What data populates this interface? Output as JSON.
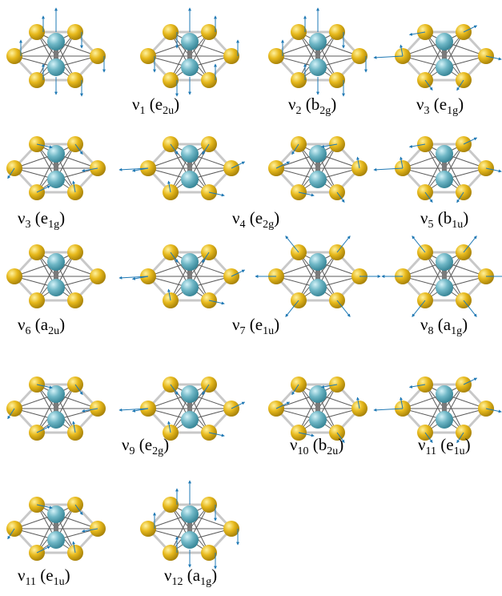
{
  "figure": {
    "colors": {
      "gold_atom": "#E7B91C",
      "gold_atom_light": "#FFF2A0",
      "gold_atom_dark": "#9E7A06",
      "cyan_atom": "#6FB7C6",
      "cyan_atom_light": "#D4F2F8",
      "cyan_atom_dark": "#2F7E90",
      "bond": "#5a5a5a",
      "bond_light": "#c8c8c8",
      "axial_bond": "#7a7a7a",
      "vector": "#1E78B4"
    },
    "modes": [
      {
        "symbol": "ν",
        "index": "1",
        "irrep": "e",
        "irrep_sub": "2u",
        "vectors": "z"
      },
      {
        "symbol": "ν",
        "index": "2",
        "irrep": "b",
        "irrep_sub": "2g",
        "vectors": "z"
      },
      {
        "symbol": "ν",
        "index": "3",
        "irrep": "e",
        "irrep_sub": "1g",
        "vectors": "xy"
      },
      {
        "symbol": "ν",
        "index": "3",
        "irrep": "e",
        "irrep_sub": "1g",
        "vectors": "xy"
      },
      {
        "symbol": "ν",
        "index": "4",
        "irrep": "e",
        "irrep_sub": "2g",
        "vectors": "xy"
      },
      {
        "symbol": "ν",
        "index": "5",
        "irrep": "b",
        "irrep_sub": "1u",
        "vectors": "xy"
      },
      {
        "symbol": "ν",
        "index": "6",
        "irrep": "a",
        "irrep_sub": "2u",
        "vectors": "none"
      },
      {
        "symbol": "ν",
        "index": "7",
        "irrep": "e",
        "irrep_sub": "1u",
        "vectors": "xy"
      },
      {
        "symbol": "ν",
        "index": "8",
        "irrep": "a",
        "irrep_sub": "1g",
        "vectors": "radial"
      },
      {
        "symbol": "ν",
        "index": "9",
        "irrep": "e",
        "irrep_sub": "2g",
        "vectors": "xy"
      },
      {
        "symbol": "ν",
        "index": "10",
        "irrep": "b",
        "irrep_sub": "2u",
        "vectors": "xy"
      },
      {
        "symbol": "ν",
        "index": "11",
        "irrep": "e",
        "irrep_sub": "1u",
        "vectors": "xy"
      },
      {
        "symbol": "ν",
        "index": "11",
        "irrep": "e",
        "irrep_sub": "1u",
        "vectors": "xy"
      },
      {
        "symbol": "ν",
        "index": "12",
        "irrep": "a",
        "irrep_sub": "1g",
        "vectors": "z"
      }
    ]
  }
}
